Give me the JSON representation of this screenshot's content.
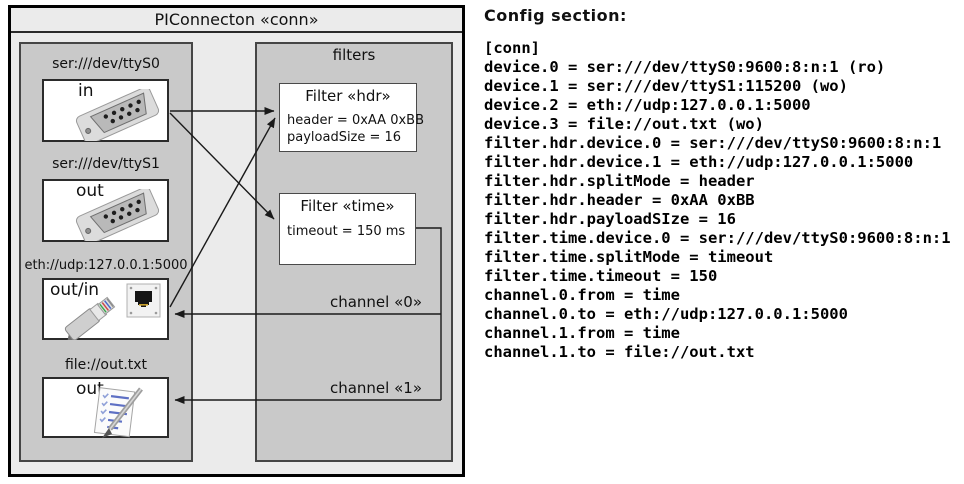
{
  "diagram": {
    "title": "PIConnecton «conn»",
    "devices": [
      {
        "url": "ser:///dev/ttyS0",
        "direction": "in",
        "icon": "serial-db9-connector"
      },
      {
        "url": "ser:///dev/ttyS1",
        "direction": "out",
        "icon": "serial-db9-connector"
      },
      {
        "url": "eth://udp:127.0.0.1:5000",
        "direction": "out/in",
        "icon": "ethernet-rj45-connector"
      },
      {
        "url": "file://out.txt",
        "direction": "out",
        "icon": "notepad-pen"
      }
    ],
    "filters_panel": {
      "title": "filters",
      "filters": [
        {
          "title": "Filter «hdr»",
          "properties": [
            "header = 0xAA 0xBB",
            "payloadSize = 16"
          ]
        },
        {
          "title": "Filter «time»",
          "properties": [
            "timeout = 150 ms"
          ]
        }
      ]
    },
    "channels": [
      {
        "label": "channel «0»"
      },
      {
        "label": "channel «1»"
      }
    ],
    "colors": {
      "outer_bg": "#ebebeb",
      "panel_bg": "#c9c9c9",
      "box_bg": "#ffffff",
      "wire": "#1a1a1a"
    }
  },
  "config": {
    "heading": "Config section:",
    "lines": [
      "[conn]",
      "device.0 = ser:///dev/ttyS0:9600:8:n:1 (ro)",
      "device.1 = ser:///dev/ttyS1:115200 (wo)",
      "device.2 = eth://udp:127.0.0.1:5000",
      "device.3 = file://out.txt (wo)",
      "filter.hdr.device.0 = ser:///dev/ttyS0:9600:8:n:1",
      "filter.hdr.device.1 = eth://udp:127.0.0.1:5000",
      "filter.hdr.splitMode = header",
      "filter.hdr.header = 0xAA 0xBB",
      "filter.hdr.payloadSIze = 16",
      "filter.time.device.0 = ser:///dev/ttyS0:9600:8:n:1",
      "filter.time.splitMode = timeout",
      "filter.time.timeout = 150",
      "channel.0.from = time",
      "channel.0.to = eth://udp:127.0.0.1:5000",
      "channel.1.from = time",
      "channel.1.to = file://out.txt"
    ]
  }
}
